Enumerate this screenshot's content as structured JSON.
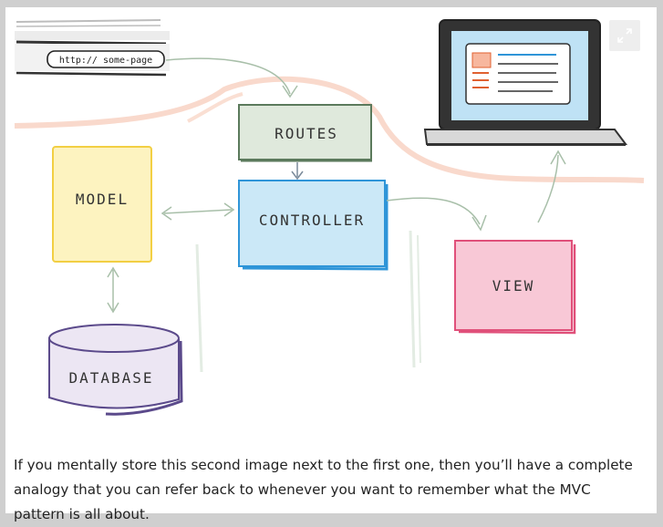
{
  "diagram": {
    "url_text": "http:// some-page",
    "routes_label": "ROUTES",
    "controller_label": "CONTROLLER",
    "model_label": "MODEL",
    "view_label": "VIEW",
    "database_label": "DATABASE",
    "colors": {
      "routes_fill": "#dfe9dc",
      "routes_stroke": "#5b7a5c",
      "controller_fill": "#cbe8f7",
      "controller_stroke": "#2f95d8",
      "model_fill": "#fdf3c0",
      "model_stroke": "#f2cf43",
      "view_fill": "#f8c8d6",
      "view_stroke": "#e0507a",
      "database_fill": "#ece6f3",
      "database_stroke": "#5b4a8b",
      "flow_highlight": "#f6c9b6"
    }
  },
  "expand_icon": "expand-icon",
  "caption": {
    "text": "If you mentally store this second image next to the first one, then you’ll have a complete analogy that you can refer back to whenever you want to remember what the MVC pattern is all about."
  }
}
